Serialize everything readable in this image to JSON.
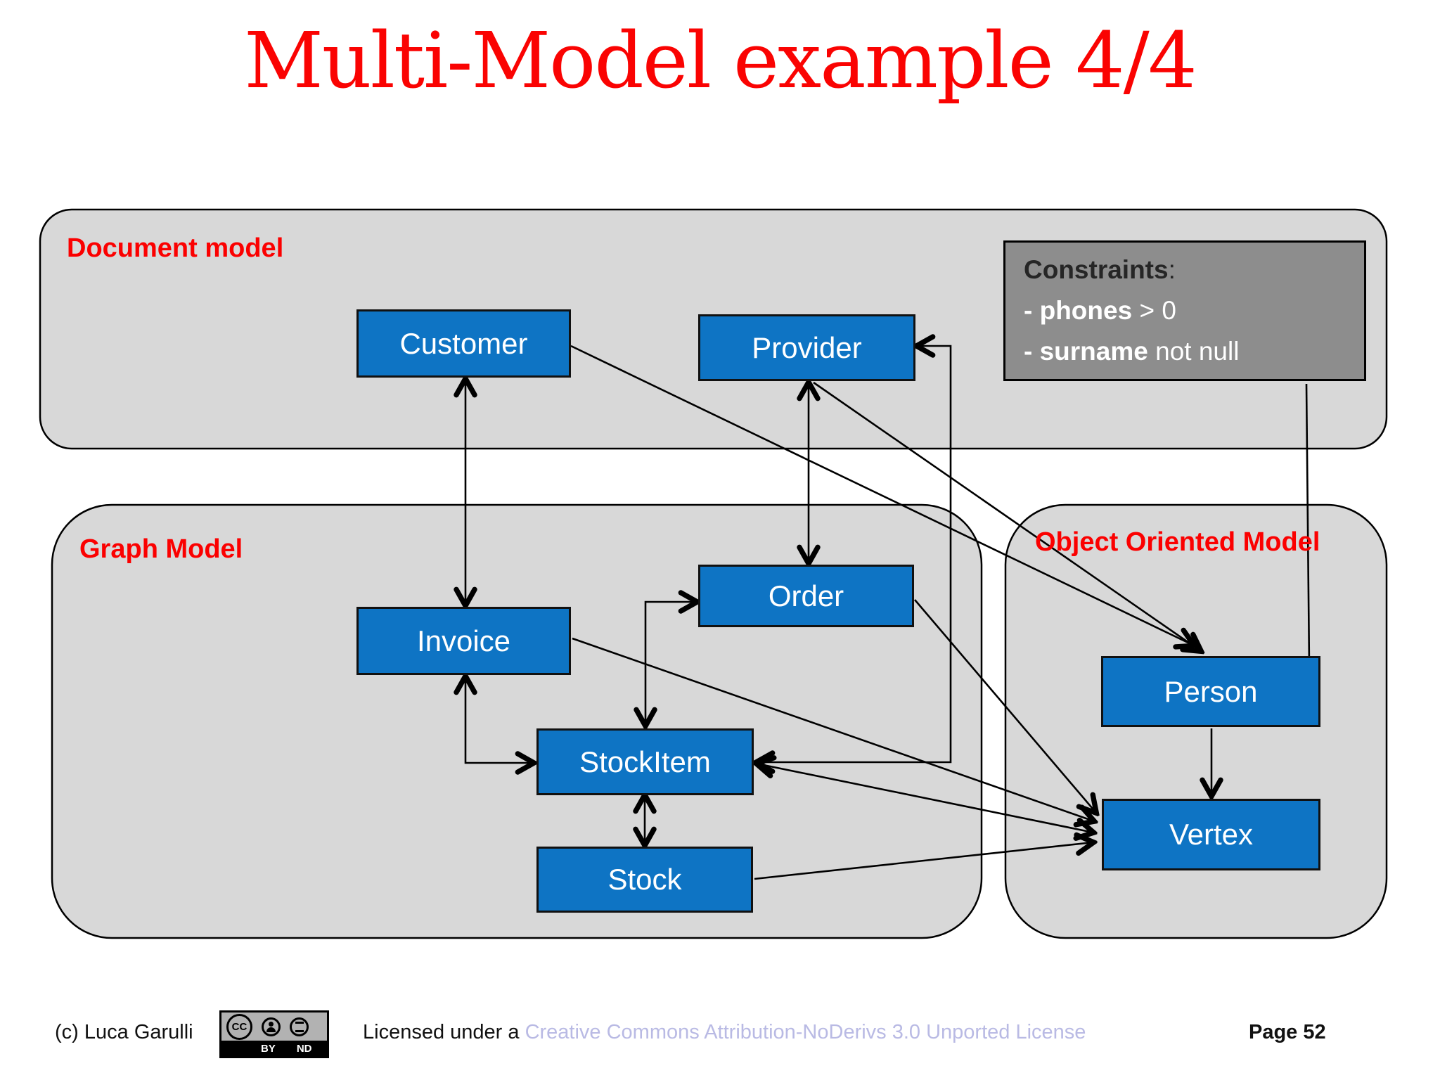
{
  "title": "Multi-Model example 4/4",
  "sections": {
    "document": {
      "label": "Document model"
    },
    "graph": {
      "label": "Graph Model"
    },
    "object_oriented": {
      "label": "Object Oriented Model"
    }
  },
  "nodes": {
    "customer": {
      "label": "Customer"
    },
    "provider": {
      "label": "Provider"
    },
    "order": {
      "label": "Order"
    },
    "invoice": {
      "label": "Invoice"
    },
    "stockitem": {
      "label": "StockItem"
    },
    "stock": {
      "label": "Stock"
    },
    "person": {
      "label": "Person"
    },
    "vertex": {
      "label": "Vertex"
    }
  },
  "constraints": {
    "title": "Constraints",
    "colon": ":",
    "rules": [
      {
        "bold_text": "- phones",
        "rest_text": " > 0"
      },
      {
        "bold_text": "- surname",
        "rest_text": " not null"
      }
    ]
  },
  "footer": {
    "copyright": "(c) Luca Garulli",
    "license_prefix": "Licensed under a ",
    "license_link": "Creative Commons Attribution-NoDerivs 3.0 Unported License",
    "page": "Page 52",
    "badge": {
      "cc": "CC",
      "by": "BY",
      "nd": "ND"
    }
  },
  "colors": {
    "title_red": "#fa0302",
    "label_red": "#fb0000",
    "node_blue": "#0e74c4",
    "region_gray": "#d8d8d8",
    "constraints_gray": "#8d8d8d",
    "license_link": "#b9bae4"
  }
}
